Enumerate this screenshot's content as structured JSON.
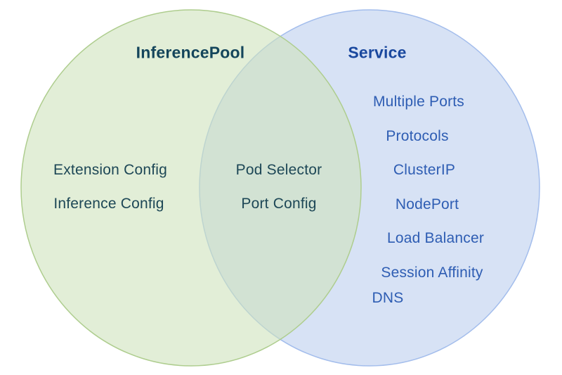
{
  "venn": {
    "left_circle": {
      "title": "InferencePool",
      "items": [
        "Extension Config",
        "Inference Config"
      ],
      "fill_color": "#e8f1e0",
      "border_color": "#aecd8e",
      "title_color": "#14455b",
      "text_color": "#1d4756",
      "svg_fill": "#cfe2bd"
    },
    "overlap": {
      "items": [
        "Pod Selector",
        "Port Config"
      ],
      "blend_color": "#d5e3d9",
      "text_color": "#1d4756"
    },
    "right_circle": {
      "title": "Service",
      "items": [
        "Multiple Ports",
        "Protocols",
        "ClusterIP",
        "NodePort",
        "Load Balancer",
        "Session Affinity",
        "DNS"
      ],
      "fill_color": "#d7e2f5",
      "border_color": "#a3bdec",
      "title_color": "#1a489e",
      "text_color": "#2e5db3",
      "svg_fill": "#d7e2f5"
    }
  }
}
